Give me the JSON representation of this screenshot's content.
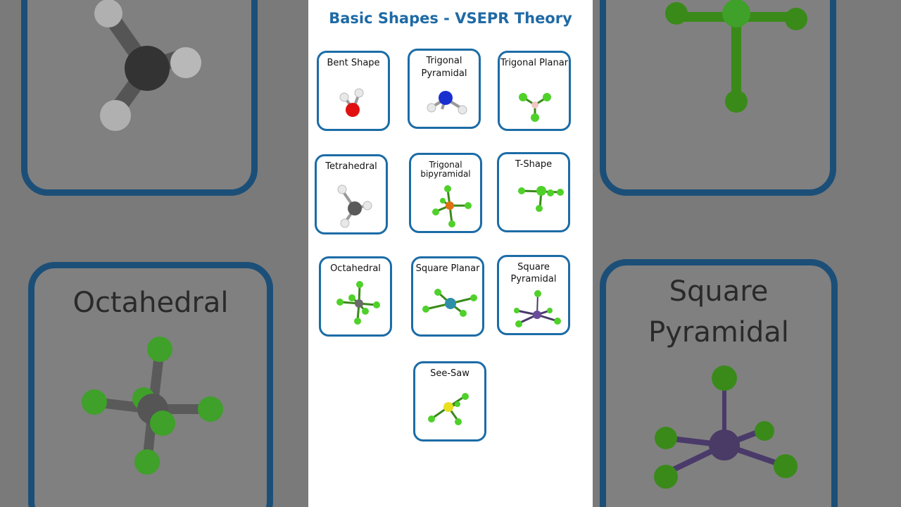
{
  "title": "Basic Shapes - VSEPR Theory",
  "shapes": [
    {
      "label": "Bent Shape"
    },
    {
      "label": "Trigonal Pyramidal"
    },
    {
      "label": "Trigonal Planar"
    },
    {
      "label": "Tetrahedral"
    },
    {
      "label": "Trigonal bipyramidal"
    },
    {
      "label": "T-Shape"
    },
    {
      "label": "Octahedral"
    },
    {
      "label": "Square Planar"
    },
    {
      "label": "Square Pyramidal"
    },
    {
      "label": "See-Saw"
    }
  ],
  "background": {
    "left_label": "Octahedral",
    "right_label": "Square Pyramidal"
  },
  "colors": {
    "title": "#1f6aa5",
    "card_border": "#1c6ca6",
    "halogen": "#4fd12a",
    "oxygen": "#e01010",
    "nitrogen": "#1a2fd0",
    "carbon": "#5a5a5a",
    "hydrogen": "#e8e8e8",
    "boron": "#f1c6c6",
    "phosphorus": "#e07010",
    "sulfur": "#e8e020",
    "xenon": "#2d8fa8",
    "iodine": "#6a4a9a"
  }
}
